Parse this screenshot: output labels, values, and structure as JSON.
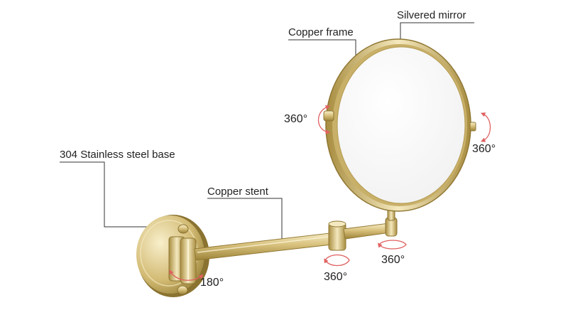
{
  "labels": {
    "silvered_mirror": "Silvered mirror",
    "copper_frame": "Copper frame",
    "steel_base": "304 Stainless steel base",
    "copper_stent": "Copper stent"
  },
  "rotations": {
    "mirror_left": "360°",
    "mirror_right": "360°",
    "arm_joint": "360°",
    "mirror_neck": "360°",
    "base_hinge": "180°"
  },
  "colors": {
    "gold_light": "#f6ecc4",
    "gold_mid": "#d8c07a",
    "gold_dark": "#9c8338",
    "rotation_arrow": "#e06060",
    "leader_line": "#333333"
  }
}
